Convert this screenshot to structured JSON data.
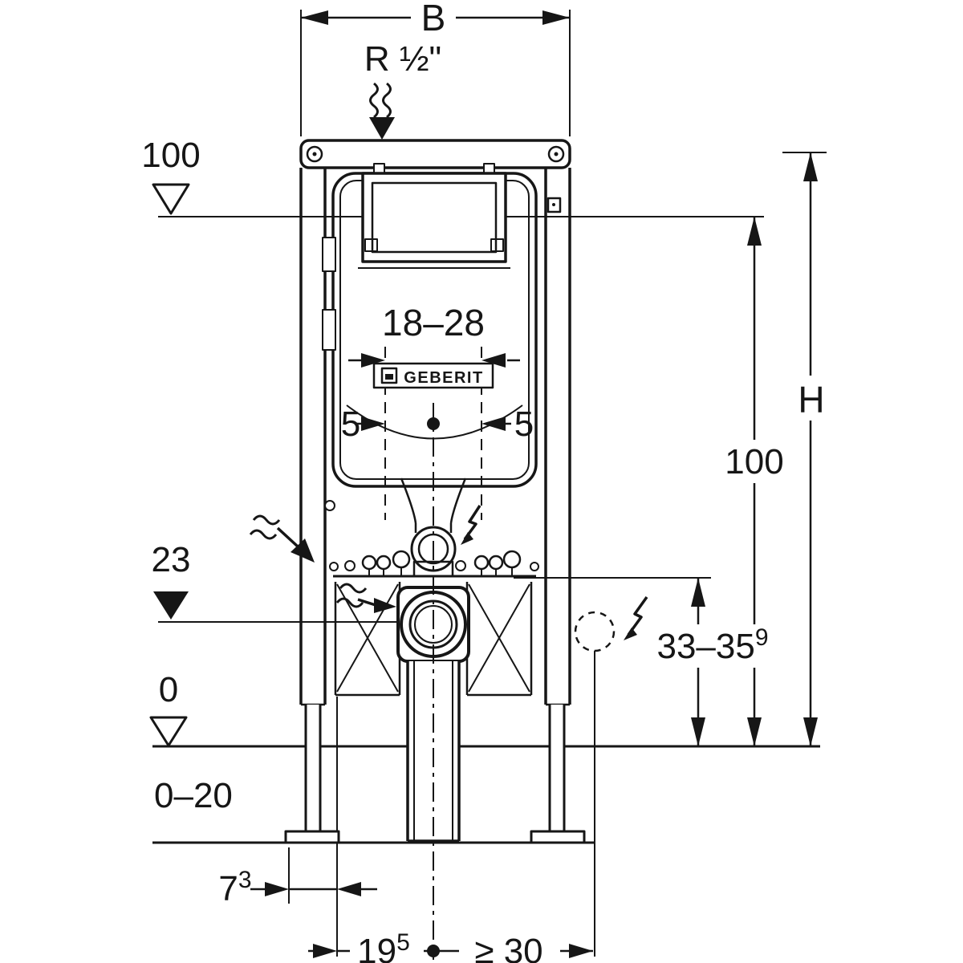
{
  "colors": {
    "line": "#161616",
    "background": "#ffffff"
  },
  "brand": {
    "logo_text": "GEBERIT"
  },
  "dimensions": {
    "width_top": "B",
    "water_connection": "R ½\"",
    "level_top": "100",
    "flush_plate_range": "18–28",
    "offset_left": "5",
    "offset_right": "5",
    "total_height": "H",
    "height_right": "100",
    "level_mid": "23",
    "outlet_height_base": "33–35",
    "outlet_height_sup": "9",
    "level_zero": "0",
    "floor_buildup_range": "0–20",
    "foot_depth_base": "7",
    "foot_depth_sup": "3",
    "outlet_offset_base": "19",
    "outlet_offset_sup": "5",
    "side_clearance": "≥ 30"
  },
  "icons": {
    "water_supply_top": "wavy-arrow-down",
    "water_inlet_left": "wavy-arrow-diagonal",
    "water_outlet_lower": "wavy-arrow-right",
    "power_inside": "lightning-arrow",
    "power_outlet": "lightning-arrow",
    "power_outlet_box": "dashed-circle",
    "level_open": "open-triangle-down",
    "level_filled": "filled-triangle-down",
    "center_mark": "filled-dot"
  }
}
